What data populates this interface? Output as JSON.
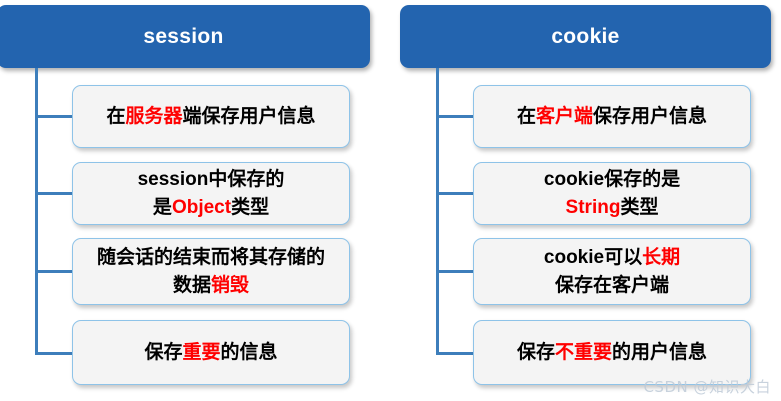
{
  "diagram": {
    "title_left": "session",
    "title_right": "cookie",
    "colors": {
      "header_blue": "#2364AF",
      "connector_blue": "#3D7EBB",
      "node_border": "#8EC3E8",
      "node_background": "#F4F4F4",
      "highlight_red": "#FF0000",
      "watermark_gray": "#BFCBD8"
    }
  },
  "session": {
    "header": "session",
    "nodes": [
      {
        "lines": [
          [
            {
              "t": "在",
              "hl": false
            },
            {
              "t": "服务器",
              "hl": true
            },
            {
              "t": "端保存用户信息",
              "hl": false
            }
          ]
        ]
      },
      {
        "lines": [
          [
            {
              "t": "session中保存的",
              "hl": false
            }
          ],
          [
            {
              "t": "是",
              "hl": false
            },
            {
              "t": "Object",
              "hl": true
            },
            {
              "t": "类型",
              "hl": false
            }
          ]
        ]
      },
      {
        "lines": [
          [
            {
              "t": "随会话的结束而将其存储的",
              "hl": false
            }
          ],
          [
            {
              "t": "数据",
              "hl": false
            },
            {
              "t": "销毁",
              "hl": true
            }
          ]
        ]
      },
      {
        "lines": [
          [
            {
              "t": "保存",
              "hl": false
            },
            {
              "t": "重要",
              "hl": true
            },
            {
              "t": "的信息",
              "hl": false
            }
          ]
        ]
      }
    ]
  },
  "cookie": {
    "header": "cookie",
    "nodes": [
      {
        "lines": [
          [
            {
              "t": "在",
              "hl": false
            },
            {
              "t": "客户端",
              "hl": true
            },
            {
              "t": "保存用户信息",
              "hl": false
            }
          ]
        ]
      },
      {
        "lines": [
          [
            {
              "t": "cookie保存的是",
              "hl": false
            }
          ],
          [
            {
              "t": "String",
              "hl": true
            },
            {
              "t": "类型",
              "hl": false
            }
          ]
        ]
      },
      {
        "lines": [
          [
            {
              "t": "cookie可以",
              "hl": false
            },
            {
              "t": "长期",
              "hl": true
            }
          ],
          [
            {
              "t": "保存在客户端",
              "hl": false
            }
          ]
        ]
      },
      {
        "lines": [
          [
            {
              "t": "保存",
              "hl": false
            },
            {
              "t": "不重要",
              "hl": true
            },
            {
              "t": "的用户信息",
              "hl": false
            }
          ]
        ]
      }
    ]
  },
  "watermark": "CSDN @知识大白"
}
